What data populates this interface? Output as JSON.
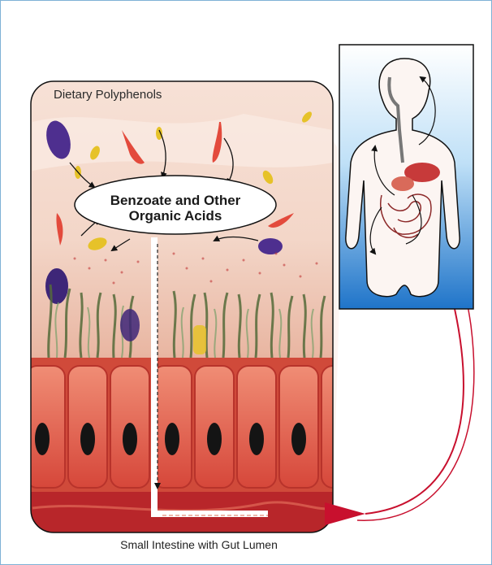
{
  "panel": {
    "label": "Dietary Polyphenols"
  },
  "bubble": {
    "line1": "Benzoate and Other",
    "line2": "Organic Acids"
  },
  "caption": "Small Intestine with Gut Lumen",
  "colors": {
    "frame": "#7fb2d6",
    "arrow": "#c8102e",
    "cell": "#e8735f",
    "nucleus": "#141414",
    "bacteria_purple": "#5a3a9a",
    "bacteria_yellow": "#e6c229",
    "bacteria_red": "#e34a3c",
    "sky_top": "#ffffff",
    "sky_bottom": "#1f74c9"
  }
}
